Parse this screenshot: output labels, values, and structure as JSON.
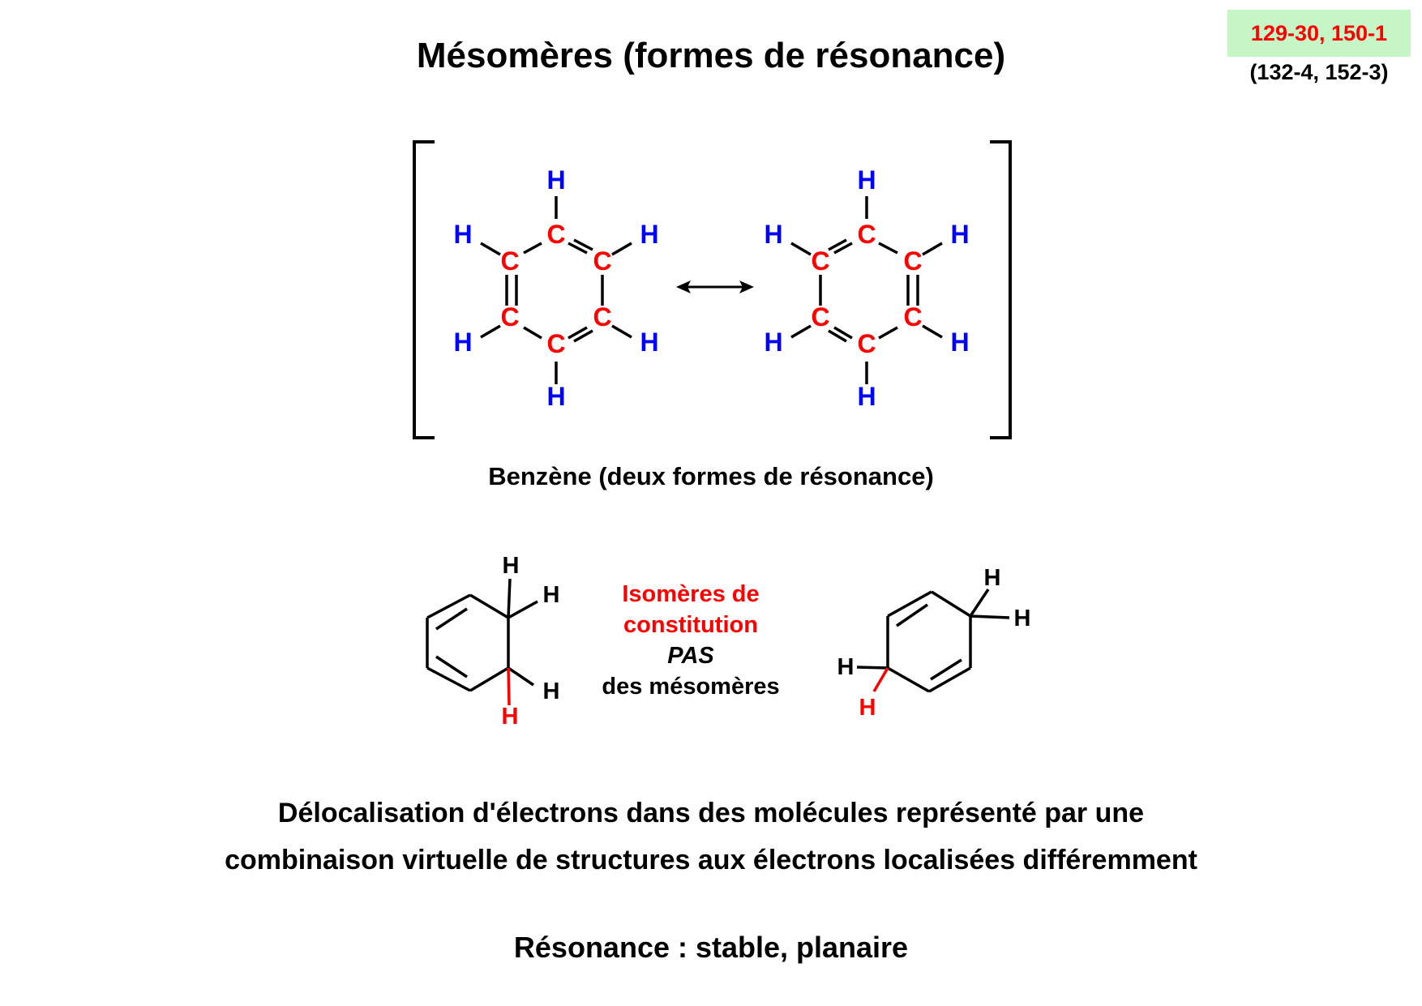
{
  "title": "Mésomères (formes de résonance)",
  "reference": {
    "pages": "129-30, 150-1",
    "alt_pages": "(132-4, 152-3)"
  },
  "benzene": {
    "caption": "Benzène (deux formes de résonance)",
    "carbon_label": "C",
    "hydrogen_label": "H",
    "resonance_arrow": "↔",
    "colors": {
      "carbon": "#ff0000",
      "hydrogen": "#0000ff"
    }
  },
  "isomers": {
    "line1": "Isomères de",
    "line2": "constitution",
    "line3": "PAS",
    "line4": "des mésomères",
    "hydrogen_label": "H",
    "colors": {
      "highlight": "#ff0000",
      "default": "#000000"
    }
  },
  "definition": {
    "line1": "Délocalisation d'électrons dans des molécules représenté par une",
    "line2": "combinaison virtuelle de structures aux électrons localisées différemment"
  },
  "note": "Résonance : stable, planaire"
}
